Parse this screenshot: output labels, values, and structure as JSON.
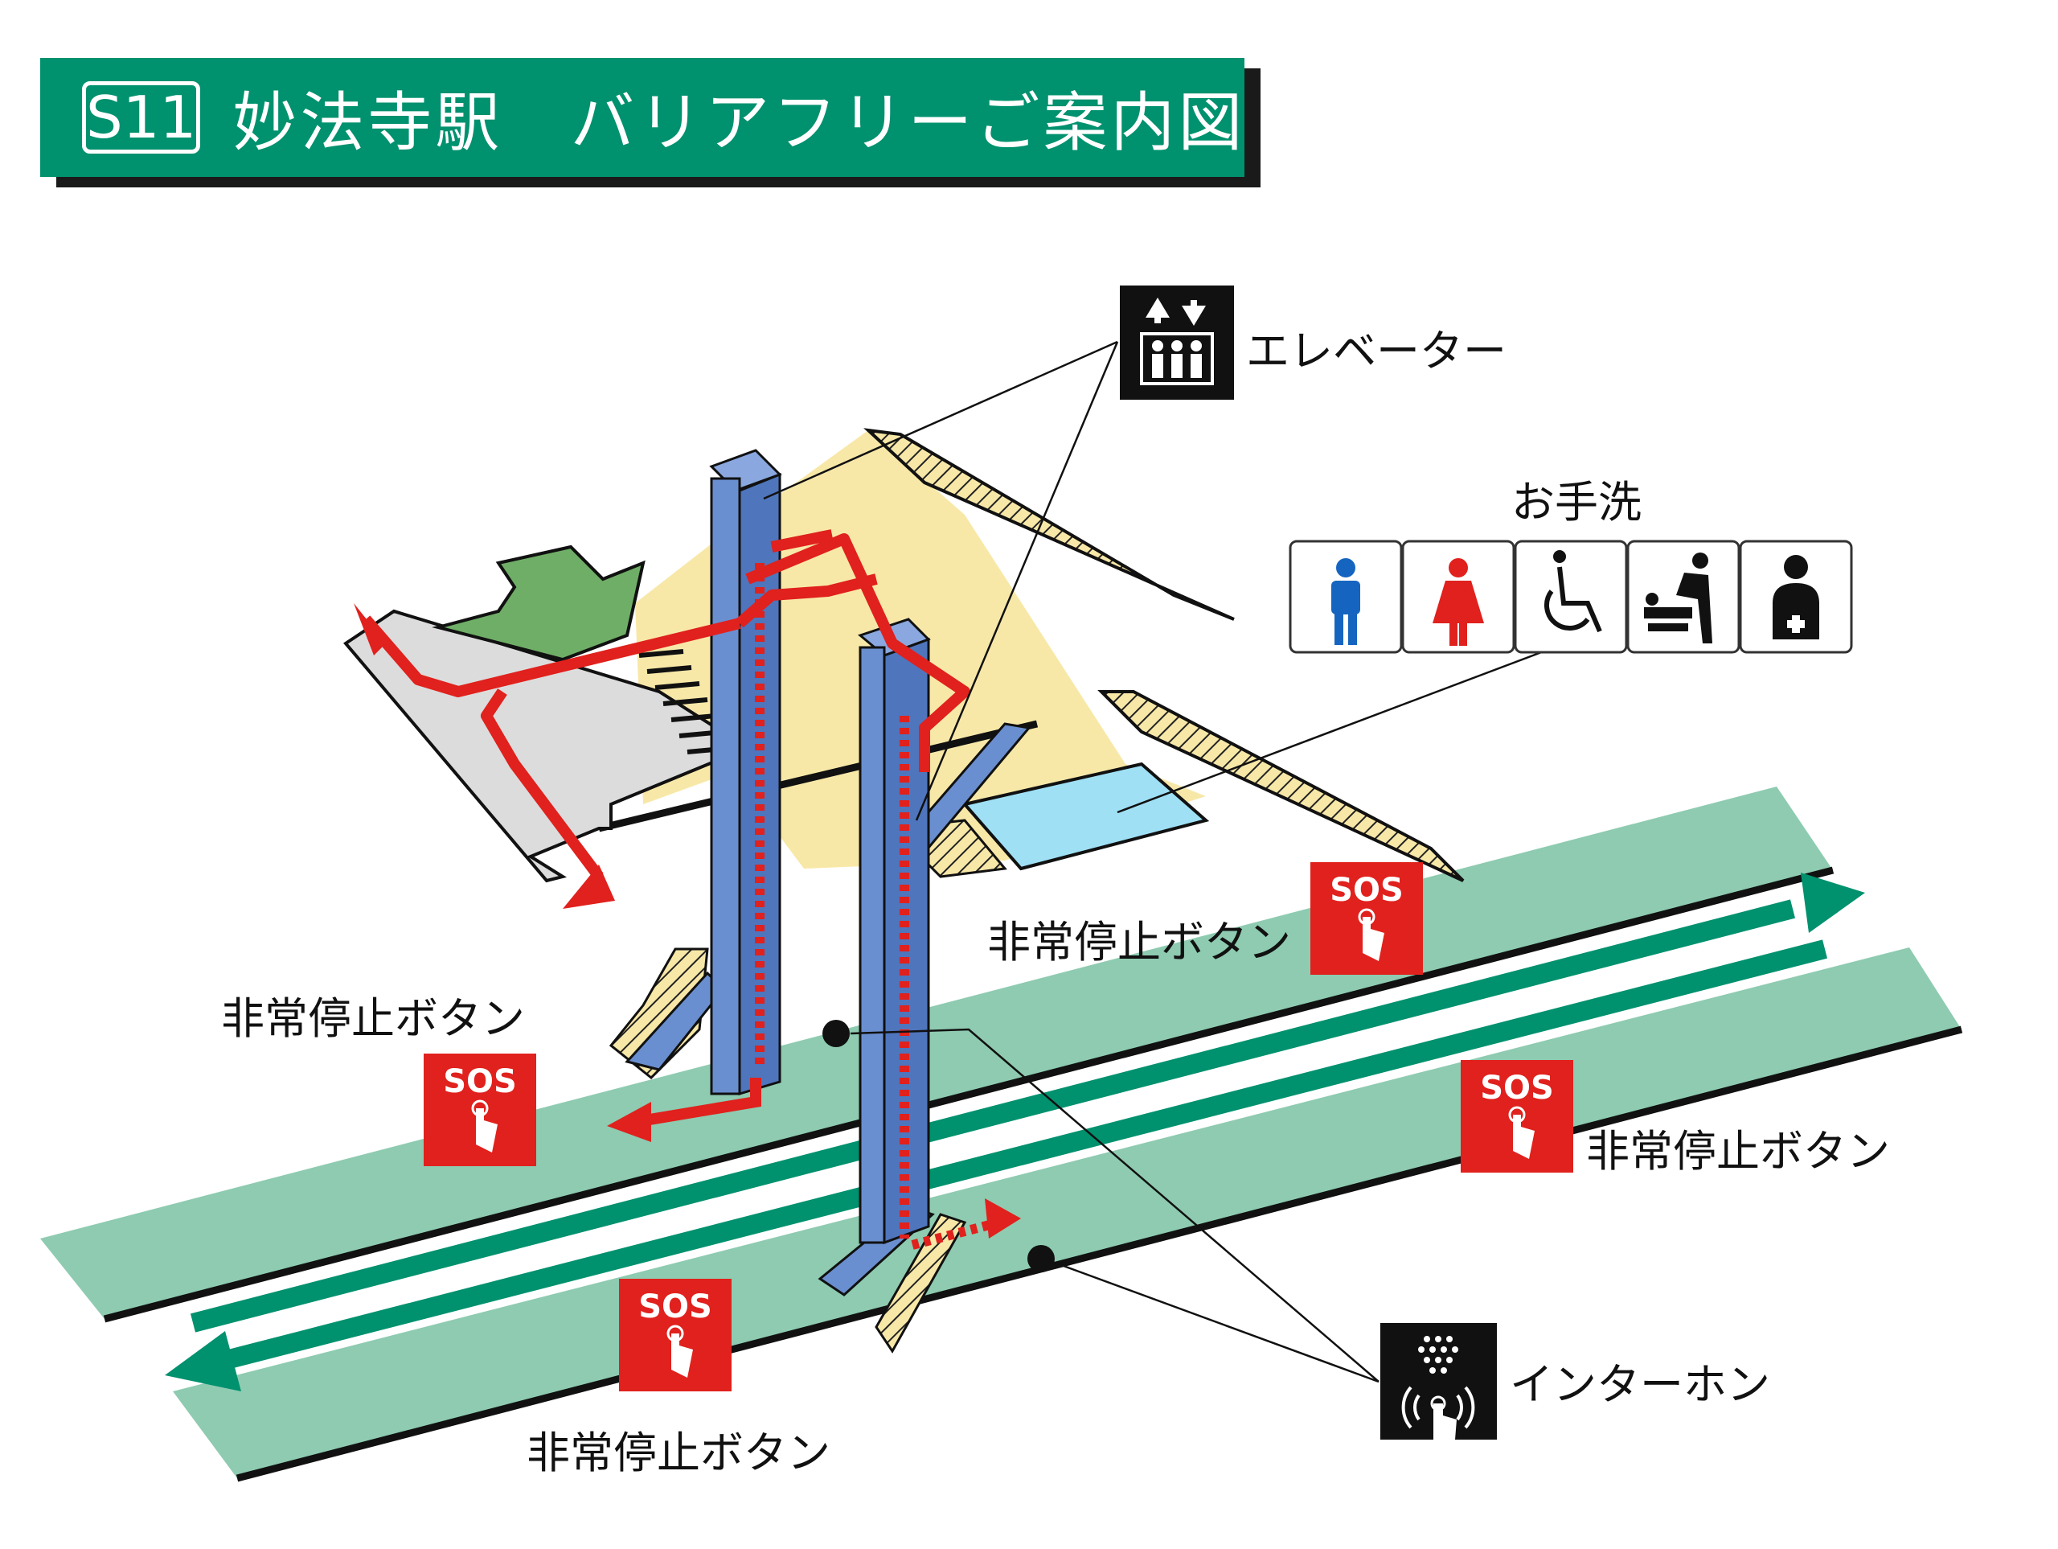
{
  "header": {
    "station_code": "S11",
    "title": "妙法寺駅　バリアフリーご案内図"
  },
  "legend": {
    "elevator_label": "エレベーター",
    "toilet_label": "お手洗",
    "intercom_label": "インターホン",
    "toilet_icons": [
      "male-toilet-icon",
      "female-toilet-icon",
      "wheelchair-icon",
      "baby-changing-icon",
      "ostomate-icon"
    ]
  },
  "emergency": {
    "label_top_center": "非常停止ボタン",
    "label_left": "非常停止ボタン",
    "label_right": "非常停止ボタン",
    "label_bottom": "非常停止ボタン",
    "sos_text": "SOS"
  },
  "colors": {
    "header_green": "#00916e",
    "platform_green": "#8ecbb1",
    "arrow_green": "#00916e",
    "route_red": "#e0211d",
    "elevator_blue": "#6a8fd0",
    "concourse_yellow": "#f8e8a8",
    "toilet_cyan": "#9fe0f5",
    "entrance_green": "#6fae66",
    "gate_gray": "#dcdcdc",
    "sos_red": "#e0211d",
    "male_blue": "#1565c0",
    "female_red": "#e0211d"
  }
}
